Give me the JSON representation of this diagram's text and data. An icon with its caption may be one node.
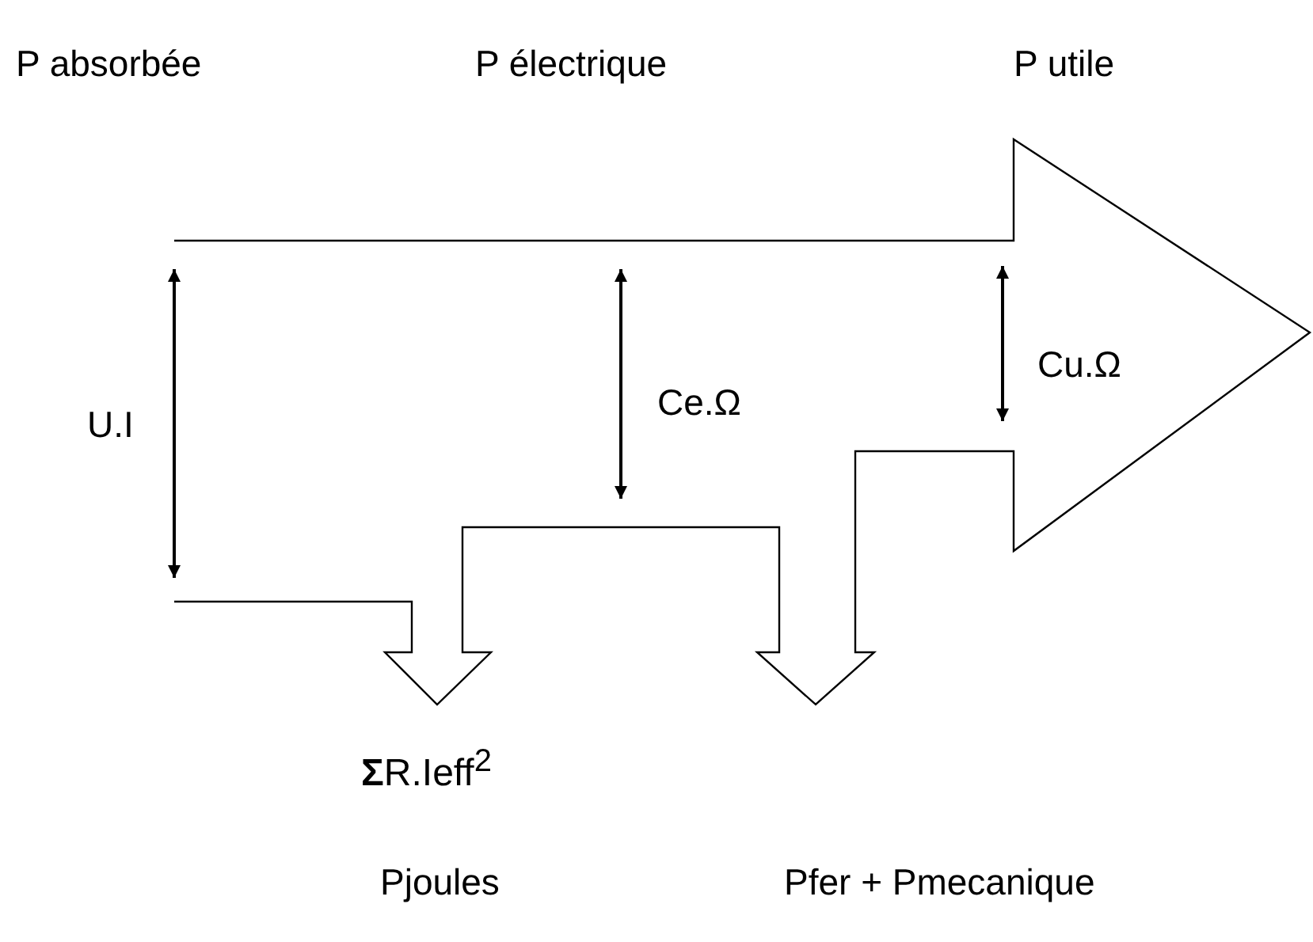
{
  "diagram": {
    "labels": [
      "P absorbée",
      "P électrique",
      "P utile",
      "Cu.Ω",
      "U.I",
      "Ce.Ω",
      "**Σ**R.Ieff$^{2}$",
      "Pjoules",
      "Pfer + Pmecanique"
    ]
  }
}
